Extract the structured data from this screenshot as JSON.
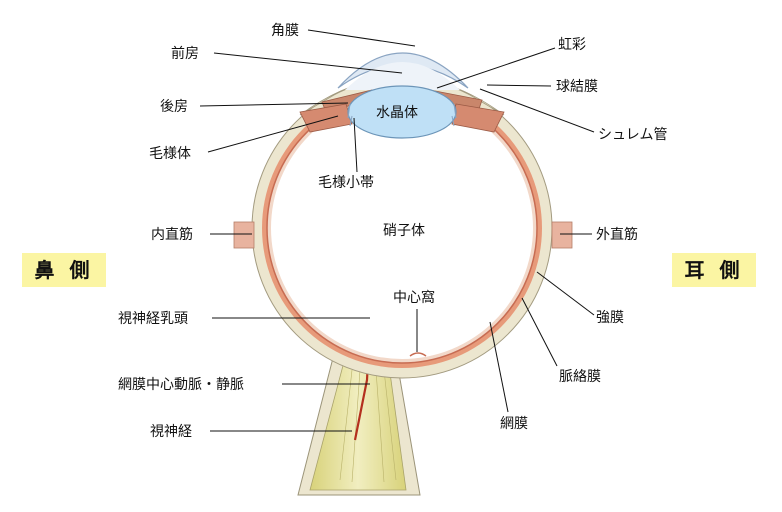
{
  "labels": {
    "cornea": "角膜",
    "anterior_chamber": "前房",
    "posterior_chamber": "後房",
    "ciliary_body": "毛様体",
    "iris": "虹彩",
    "conjunctiva": "球結膜",
    "schlemm": "シュレム管",
    "lens": "水晶体",
    "zonule": "毛様小帯",
    "vitreous": "硝子体",
    "medial_rectus": "内直筋",
    "lateral_rectus": "外直筋",
    "fovea": "中心窩",
    "optic_disc": "視神経乳頭",
    "central_vessels": "網膜中心動脈・静脈",
    "optic_nerve": "視神経",
    "sclera": "強膜",
    "choroid": "脈絡膜",
    "retina": "網膜"
  },
  "sides": {
    "nasal": "鼻 側",
    "temporal": "耳 側"
  },
  "colors": {
    "sclera": "#ece6cf",
    "choroid": "#e79a7a",
    "retina": "#d9775d",
    "cornea": "#dfe9f4",
    "lens": "#bfe0f6",
    "nerve": "#e9e7a6",
    "vessel": "#b4301e",
    "highlight": "#fbf5a3"
  }
}
